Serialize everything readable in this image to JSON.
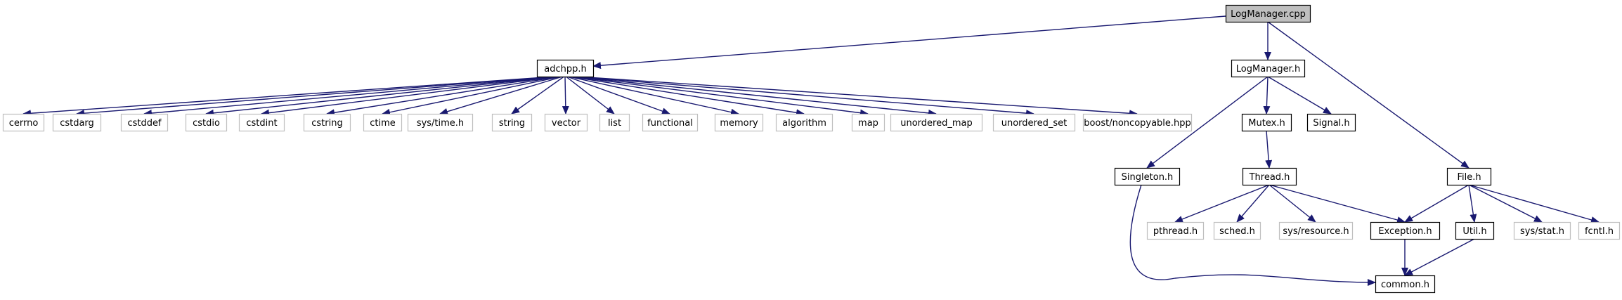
{
  "colors": {
    "edge": "#191970",
    "root_fill": "#bfbfbf",
    "root_border": "#000000",
    "documented_border": "#000000",
    "external_border": "#bfbfbf",
    "node_fill": "#ffffff",
    "text": "#000000"
  },
  "nodes": [
    {
      "id": "logmanager_cpp",
      "label": "LogManager.cpp",
      "kind": "root"
    },
    {
      "id": "adchpp_h",
      "label": "adchpp.h",
      "kind": "documented"
    },
    {
      "id": "logmanager_h",
      "label": "LogManager.h",
      "kind": "documented"
    },
    {
      "id": "cerrno",
      "label": "cerrno",
      "kind": "external"
    },
    {
      "id": "cstdarg",
      "label": "cstdarg",
      "kind": "external"
    },
    {
      "id": "cstddef",
      "label": "cstddef",
      "kind": "external"
    },
    {
      "id": "cstdio",
      "label": "cstdio",
      "kind": "external"
    },
    {
      "id": "cstdint",
      "label": "cstdint",
      "kind": "external"
    },
    {
      "id": "cstring",
      "label": "cstring",
      "kind": "external"
    },
    {
      "id": "ctime",
      "label": "ctime",
      "kind": "external"
    },
    {
      "id": "sys_time_h",
      "label": "sys/time.h",
      "kind": "external"
    },
    {
      "id": "string",
      "label": "string",
      "kind": "external"
    },
    {
      "id": "vector",
      "label": "vector",
      "kind": "external"
    },
    {
      "id": "list",
      "label": "list",
      "kind": "external"
    },
    {
      "id": "functional",
      "label": "functional",
      "kind": "external"
    },
    {
      "id": "memory",
      "label": "memory",
      "kind": "external"
    },
    {
      "id": "algorithm",
      "label": "algorithm",
      "kind": "external"
    },
    {
      "id": "map",
      "label": "map",
      "kind": "external"
    },
    {
      "id": "unordered_map",
      "label": "unordered_map",
      "kind": "external"
    },
    {
      "id": "unordered_set",
      "label": "unordered_set",
      "kind": "external"
    },
    {
      "id": "boost_noncopyable",
      "label": "boost/noncopyable.hpp",
      "kind": "external"
    },
    {
      "id": "mutex_h",
      "label": "Mutex.h",
      "kind": "documented"
    },
    {
      "id": "signal_h",
      "label": "Signal.h",
      "kind": "documented"
    },
    {
      "id": "singleton_h",
      "label": "Singleton.h",
      "kind": "documented"
    },
    {
      "id": "thread_h",
      "label": "Thread.h",
      "kind": "documented"
    },
    {
      "id": "file_h",
      "label": "File.h",
      "kind": "documented"
    },
    {
      "id": "pthread_h",
      "label": "pthread.h",
      "kind": "external"
    },
    {
      "id": "sched_h",
      "label": "sched.h",
      "kind": "external"
    },
    {
      "id": "sys_resource_h",
      "label": "sys/resource.h",
      "kind": "external"
    },
    {
      "id": "exception_h",
      "label": "Exception.h",
      "kind": "documented"
    },
    {
      "id": "util_h",
      "label": "Util.h",
      "kind": "documented"
    },
    {
      "id": "sys_stat_h",
      "label": "sys/stat.h",
      "kind": "external"
    },
    {
      "id": "fcntl_h",
      "label": "fcntl.h",
      "kind": "external"
    },
    {
      "id": "common_h",
      "label": "common.h",
      "kind": "documented"
    }
  ],
  "edges": [
    {
      "from": "logmanager_cpp",
      "to": "adchpp_h"
    },
    {
      "from": "logmanager_cpp",
      "to": "logmanager_h"
    },
    {
      "from": "logmanager_cpp",
      "to": "file_h"
    },
    {
      "from": "adchpp_h",
      "to": "cerrno"
    },
    {
      "from": "adchpp_h",
      "to": "cstdarg"
    },
    {
      "from": "adchpp_h",
      "to": "cstddef"
    },
    {
      "from": "adchpp_h",
      "to": "cstdio"
    },
    {
      "from": "adchpp_h",
      "to": "cstdint"
    },
    {
      "from": "adchpp_h",
      "to": "cstring"
    },
    {
      "from": "adchpp_h",
      "to": "ctime"
    },
    {
      "from": "adchpp_h",
      "to": "sys_time_h"
    },
    {
      "from": "adchpp_h",
      "to": "string"
    },
    {
      "from": "adchpp_h",
      "to": "vector"
    },
    {
      "from": "adchpp_h",
      "to": "list"
    },
    {
      "from": "adchpp_h",
      "to": "functional"
    },
    {
      "from": "adchpp_h",
      "to": "memory"
    },
    {
      "from": "adchpp_h",
      "to": "algorithm"
    },
    {
      "from": "adchpp_h",
      "to": "map"
    },
    {
      "from": "adchpp_h",
      "to": "unordered_map"
    },
    {
      "from": "adchpp_h",
      "to": "unordered_set"
    },
    {
      "from": "adchpp_h",
      "to": "boost_noncopyable"
    },
    {
      "from": "logmanager_h",
      "to": "singleton_h"
    },
    {
      "from": "logmanager_h",
      "to": "mutex_h"
    },
    {
      "from": "logmanager_h",
      "to": "signal_h"
    },
    {
      "from": "mutex_h",
      "to": "thread_h"
    },
    {
      "from": "thread_h",
      "to": "pthread_h"
    },
    {
      "from": "thread_h",
      "to": "sched_h"
    },
    {
      "from": "thread_h",
      "to": "sys_resource_h"
    },
    {
      "from": "thread_h",
      "to": "exception_h"
    },
    {
      "from": "file_h",
      "to": "exception_h"
    },
    {
      "from": "file_h",
      "to": "util_h"
    },
    {
      "from": "file_h",
      "to": "sys_stat_h"
    },
    {
      "from": "file_h",
      "to": "fcntl_h"
    },
    {
      "from": "exception_h",
      "to": "common_h"
    },
    {
      "from": "util_h",
      "to": "common_h"
    },
    {
      "from": "singleton_h",
      "to": "common_h"
    }
  ]
}
